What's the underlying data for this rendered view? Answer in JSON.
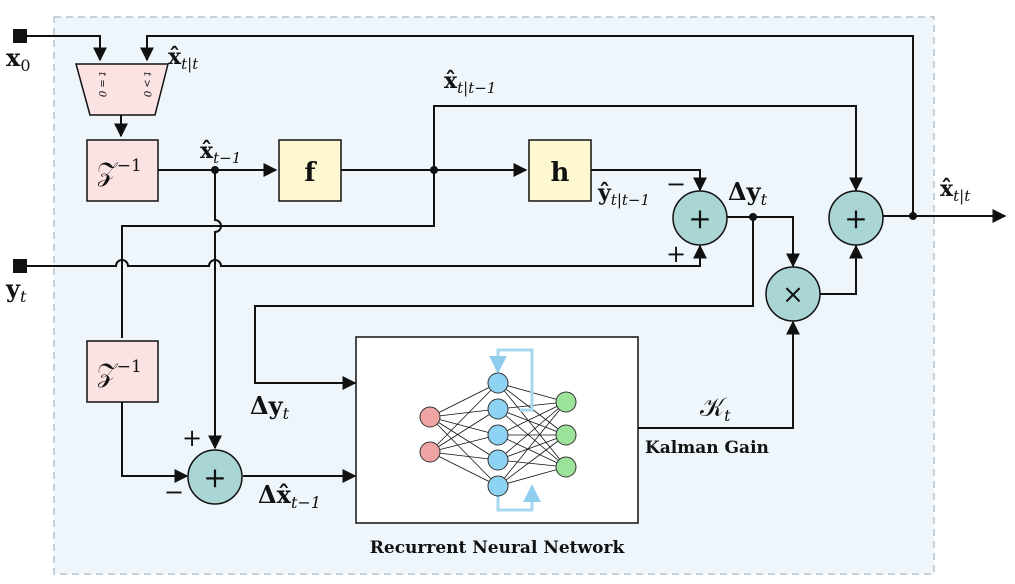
{
  "inputs": {
    "x0": {
      "main": "x",
      "sub": "0"
    },
    "y": {
      "main": "y",
      "sub": "t"
    }
  },
  "mux": {
    "label_left": "t = 0",
    "label_right": "t > 0"
  },
  "blocks": {
    "delay_top": {
      "main": "𝒵",
      "sup": "−1"
    },
    "delay_bottom": {
      "main": "𝒵",
      "sup": "−1"
    },
    "f": "f",
    "h": "h",
    "rnn_caption": "Recurrent Neural Network"
  },
  "ops": {
    "sum_innov": "+",
    "sum_state": "+",
    "mult": "×",
    "sum_diff": "+"
  },
  "signs": {
    "innov_minus": "−",
    "innov_plus": "+",
    "diff_plus": "+",
    "diff_minus": "−"
  },
  "signals": {
    "x_feedback": {
      "hat": "x̂",
      "sub": "t|t"
    },
    "x_pred": {
      "hat": "x̂",
      "sub": "t|t−1"
    },
    "x_prev": {
      "hat": "x̂",
      "sub": "t−1"
    },
    "y_pred": {
      "hat": "ŷ",
      "sub": "t|t−1"
    },
    "dy": {
      "main": "Δy",
      "sub": "t"
    },
    "dy_rnn": {
      "main": "Δy",
      "sub": "t"
    },
    "dx_rnn": {
      "main": "Δx̂",
      "sub": "t−1"
    },
    "gain": {
      "main": "𝒦",
      "sub": "t"
    },
    "gain_caption": "Kalman Gain",
    "output": {
      "hat": "x̂",
      "sub": "t|t"
    }
  },
  "colors": {
    "background_fill": "#eef6fb",
    "border_dash": "#b8c3cc",
    "delay_fill": "#fbe3e3",
    "fh_fill": "#fdf8cf",
    "op_fill": "#a9d6d4",
    "nn_input": "#f0a3a3",
    "nn_hidden": "#8fd3f4",
    "nn_output": "#9be39b",
    "nn_recurrent": "#a7d8f2"
  }
}
